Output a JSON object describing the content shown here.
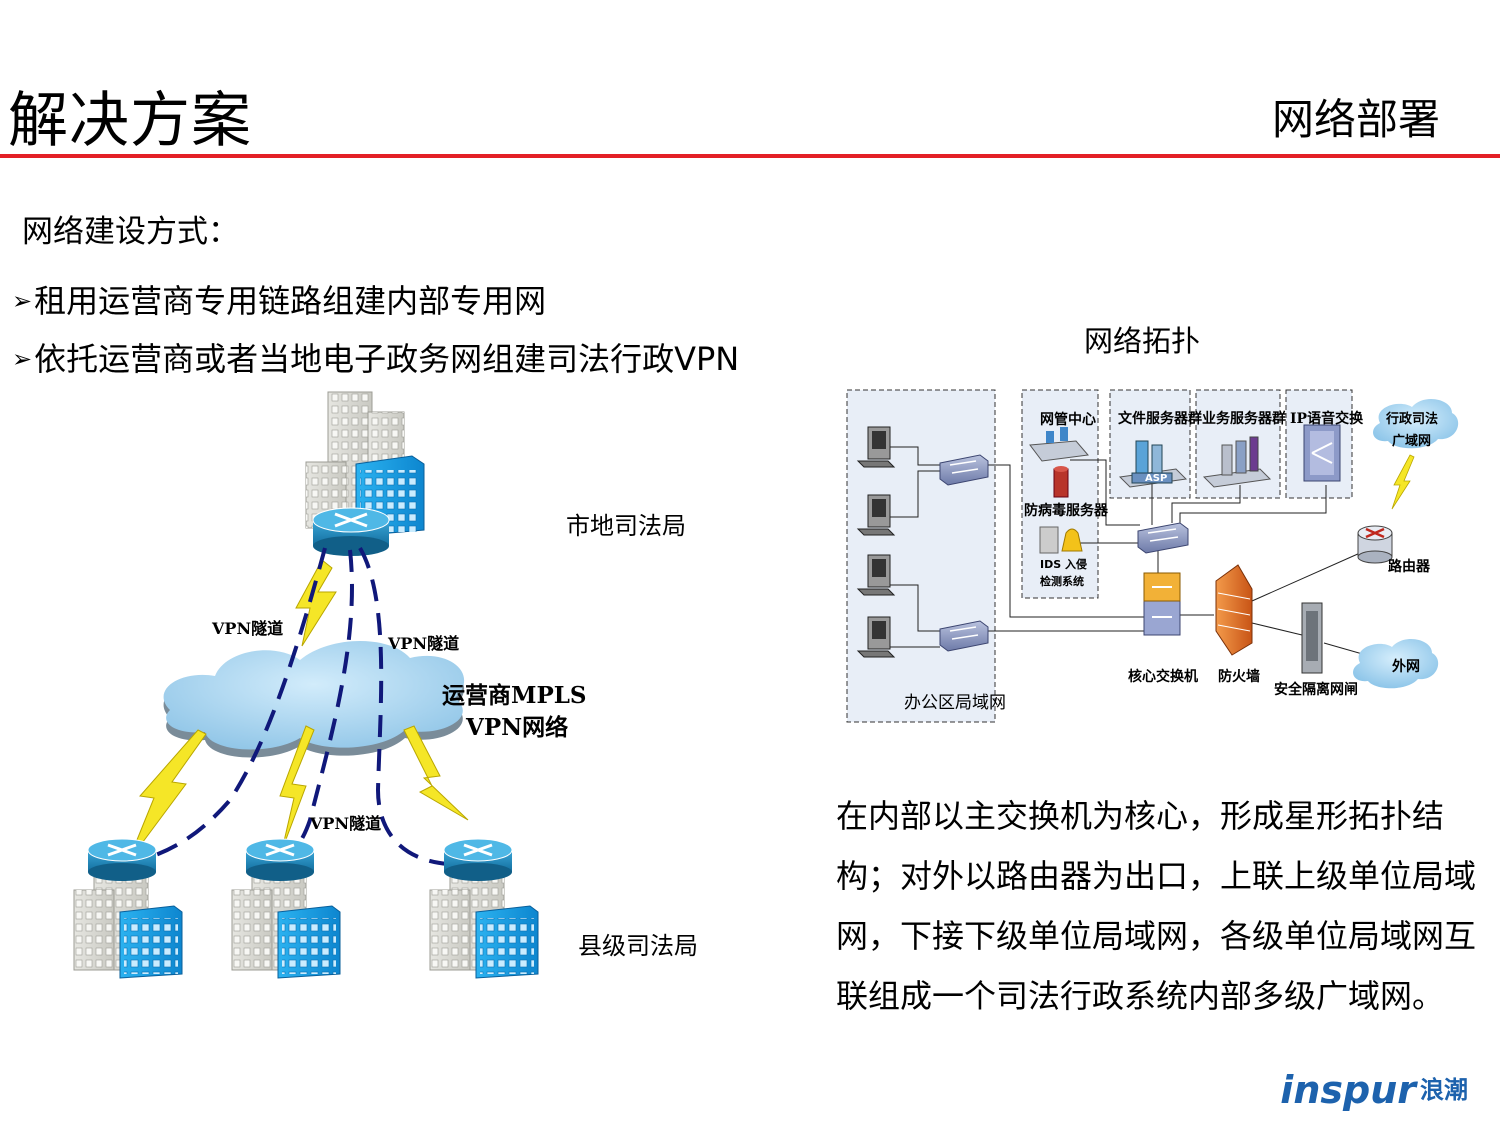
{
  "header": {
    "title": "解决方案",
    "section": "网络部署",
    "accent": "#e31f26"
  },
  "intro": {
    "subhead": "网络建设方式：",
    "bullets": [
      "租用运营商专用链路组建内部专用网",
      "依托运营商或者当地电子政务网组建司法行政VPN"
    ]
  },
  "left_diagram": {
    "city_bureau": "市地司法局",
    "county_bureau": "县级司法局",
    "cloud_line1": "运营商MPLS",
    "cloud_line2": "VPN网络",
    "tunnel_labels": [
      "VPN隧道",
      "VPN隧道",
      "VPN隧道"
    ],
    "tunnel_color": "#10187a",
    "building_color": "#18a0e6",
    "cloud_color": "#a9d6f2"
  },
  "topology": {
    "title": "网络拓扑",
    "office_lan": "办公区局域网",
    "nms_center": "网管中心",
    "antivirus_server": "防病毒服务器",
    "ids_line1": "IDS 入侵",
    "ids_line2": "检测系统",
    "file_servers": "文件服务器群",
    "business_servers": "业务服务器群",
    "ip_voice": "IP语音交换",
    "wan_line1": "行政司法",
    "wan_line2": "广域网",
    "router": "路由器",
    "external_net": "外网",
    "core_switch": "核心交换机",
    "firewall": "防火墙",
    "isolation_gateway": "安全隔离网闸",
    "asp": "ASP",
    "panel_color": "#e8eef7",
    "firewall_color": "#e8702a"
  },
  "description": "在内部以主交换机为核心，形成星形拓扑结构；对外以路由器为出口，上联上级单位局域网，下接下级单位局域网，各级单位局域网互联组成一个司法行政系统内部多级广域网。",
  "logo": {
    "brand": "inspur",
    "cn": "浪潮",
    "color": "#1d62ad"
  }
}
